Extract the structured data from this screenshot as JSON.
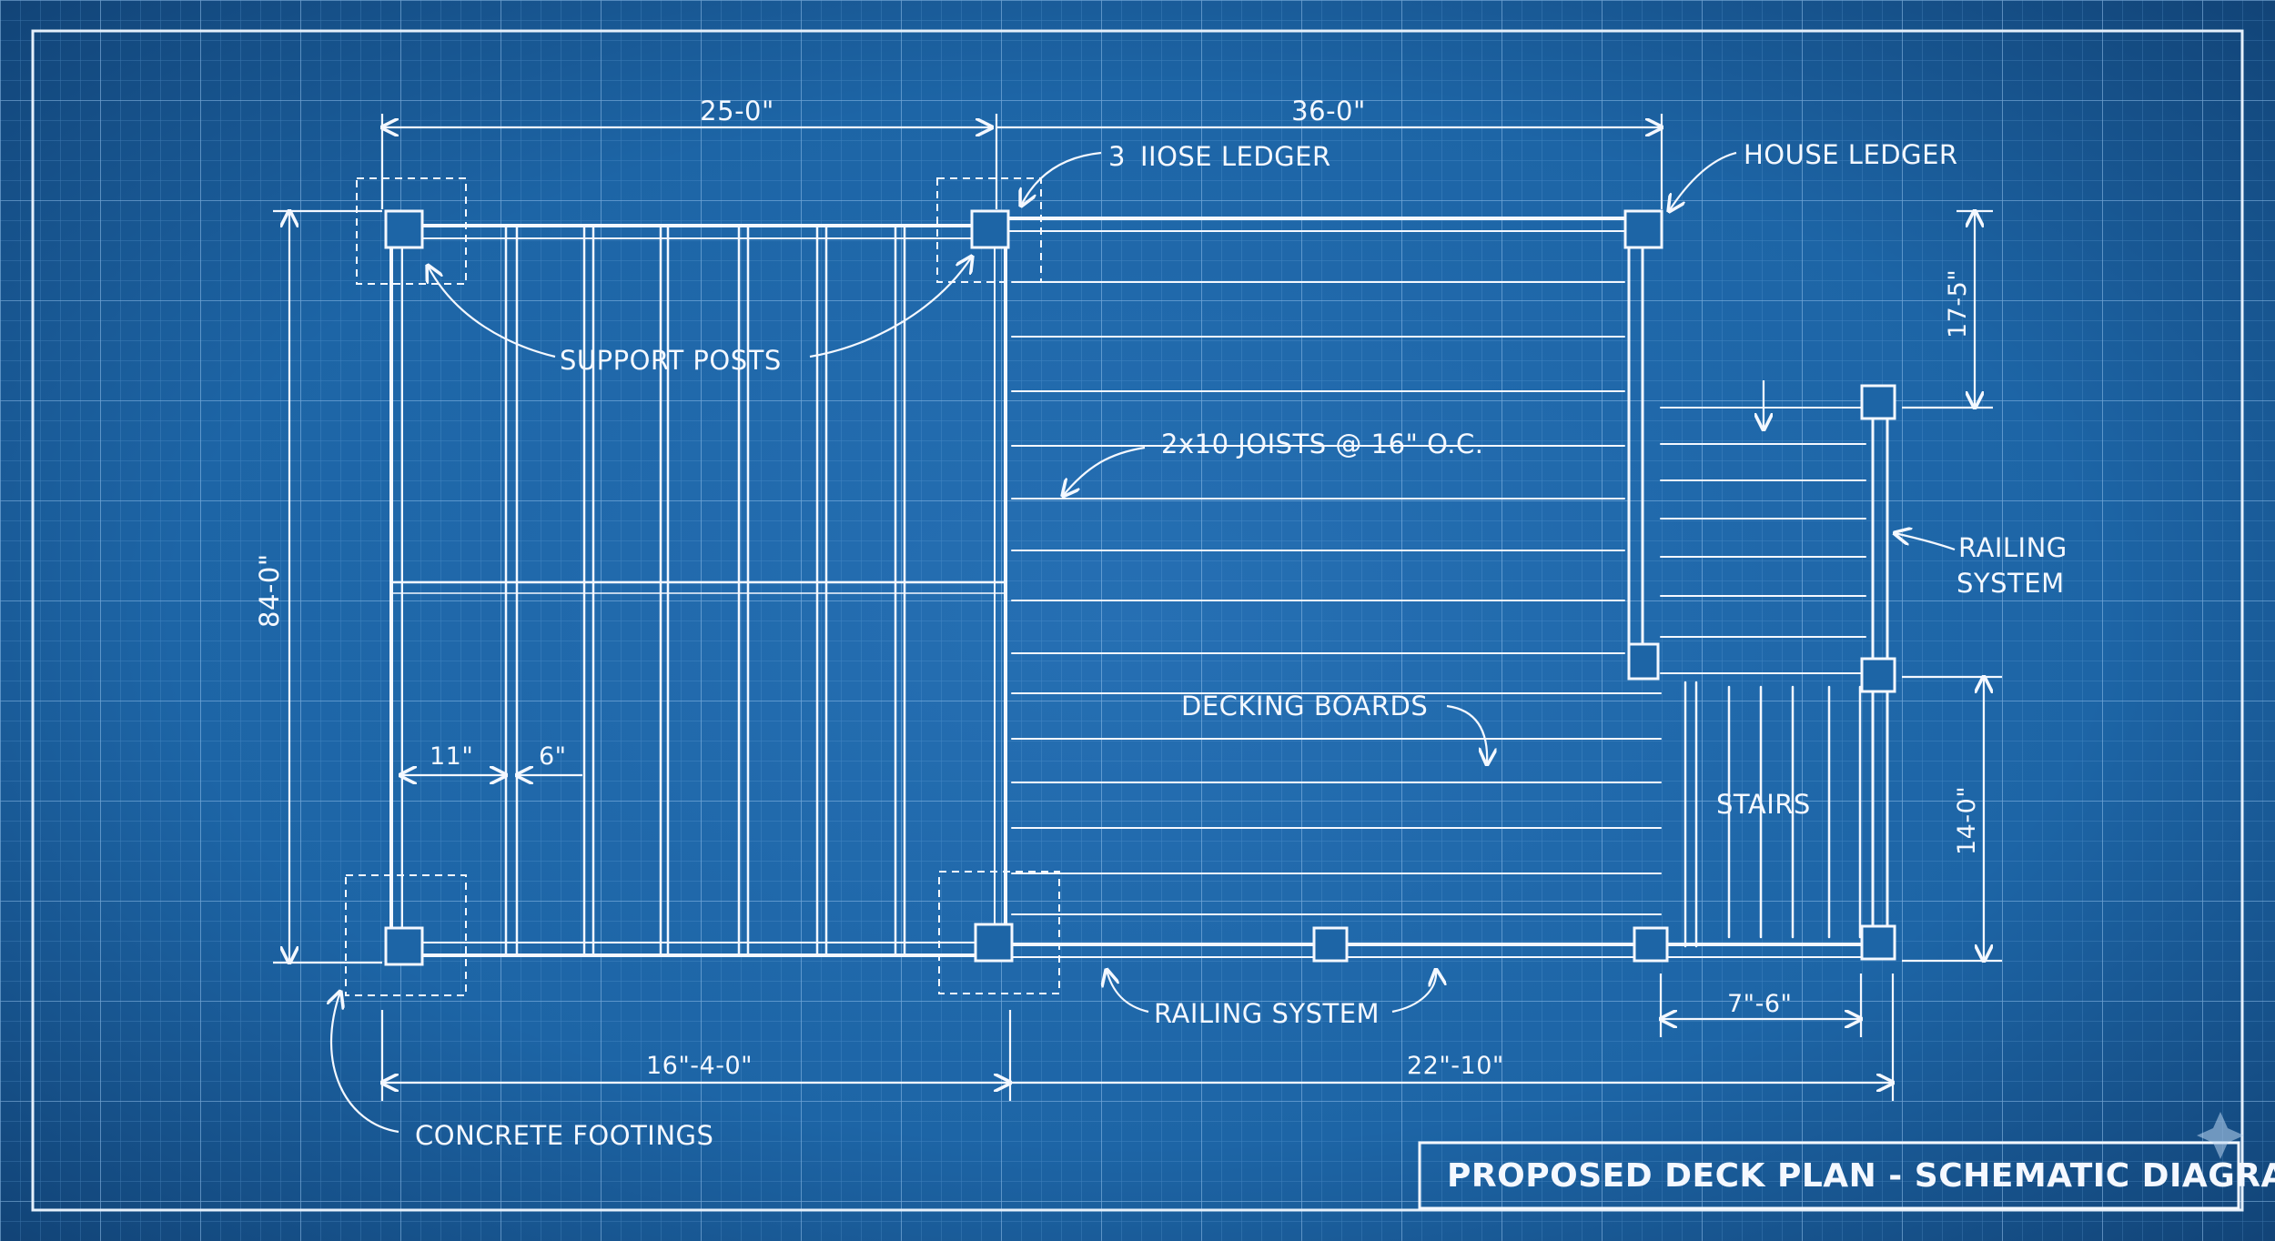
{
  "title": "PROPOSED DECK PLAN - SCHEMATIC DIAGRAM",
  "labels": {
    "support_posts": "SUPPORT POSTS",
    "house_ledger_left": "3  IIOSE LEDGER",
    "house_ledger_right": "HOUSE LEDGER",
    "joists": "2x10 JOISTS @ 16\" O.C.",
    "railing_right_1": "RAILING",
    "railing_right_2": "SYSTEM",
    "decking_boards": "DECKING BOARDS",
    "stairs": "STAIRS",
    "railing_bottom": "RAILING SYSTEM",
    "concrete_footings": "CONCRETE FOOTINGS"
  },
  "dimensions": {
    "top_left": "25-0\"",
    "top_right": "36-0\"",
    "left_vertical": "84-0\"",
    "right_upper": "17-5\"",
    "right_lower": "14-0\"",
    "bottom_left": "16\"-4-0\"",
    "bottom_right": "22\"-10\"",
    "stairs_width": "7\"-6\"",
    "spacing_11": "11\"",
    "spacing_6": "6\""
  },
  "colors": {
    "paper": "#1d65a6",
    "grid_minor": "#5d9bd6",
    "grid_major": "#8fbce6",
    "ink": "#f4f8ff"
  }
}
